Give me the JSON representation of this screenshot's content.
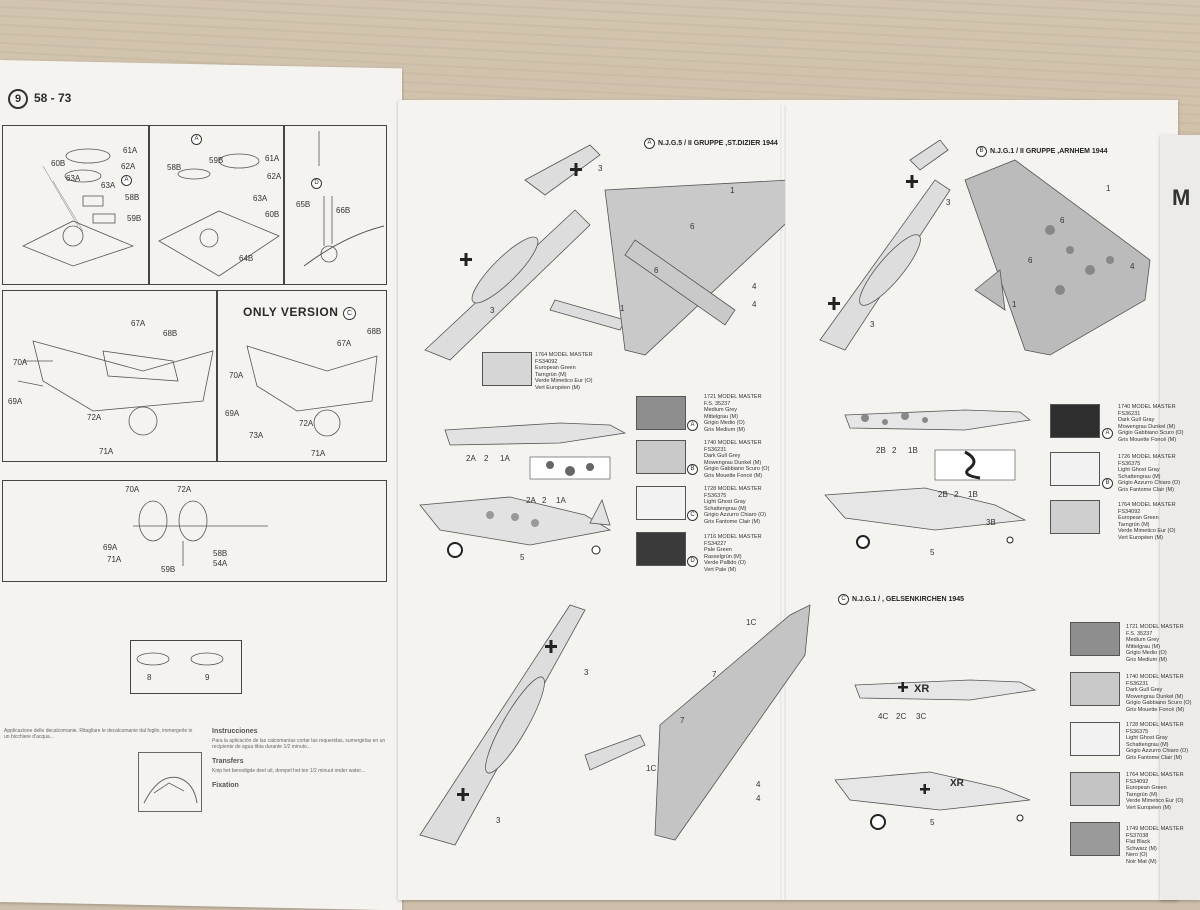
{
  "left_sheet": {
    "step_number": "9",
    "step_range": "58 - 73",
    "only_version": "ONLY VERSION",
    "only_version_letter": "C",
    "panel_a_letter": "A",
    "panel_d_letter": "D",
    "panel1_parts": [
      "60B",
      "61A",
      "62A",
      "63A",
      "63A",
      "58B",
      "59B",
      "A"
    ],
    "panel2_parts": [
      "58B",
      "59B",
      "61A",
      "62A",
      "63A",
      "60B",
      "64B"
    ],
    "panel3_parts": [
      "65B",
      "66B"
    ],
    "panel4_parts": [
      "67A",
      "68B",
      "70A",
      "69A",
      "72A",
      "71A"
    ],
    "panel5_parts": [
      "67A",
      "68B",
      "70A",
      "69A",
      "73A",
      "72A",
      "71A"
    ],
    "panel6_parts": [
      "70A",
      "72A",
      "69A",
      "71A",
      "59B",
      "58B",
      "54A"
    ],
    "small_parts": [
      "8",
      "9"
    ],
    "instructions_left": "Applicazione delle decalcomanie. Ritagliare le decalcomanie dal foglio, immergerle in un bicchiere d'acqua...",
    "instructions_right_title": "Instrucciones",
    "instructions_right": "Para la aplicación de las calcomanías cortar las requeridas, sumergirlas en un recipiente de agua tibia durante 1/2 minuto...",
    "transfers_title": "Transfers",
    "transfers_text": "Knip het benodigde deel uit, dompel het ten 1/2 minuut onder water...",
    "fixation_title": "Fixation"
  },
  "main_sheet": {
    "scheme_a": {
      "letter": "A",
      "title": "N.J.G.5 / II GRUPPE ,ST.DIZIER 1944",
      "callouts": [
        "3",
        "3",
        "1",
        "6",
        "6",
        "4",
        "1",
        "4"
      ]
    },
    "scheme_b": {
      "letter": "B",
      "title": "N.J.G.1 / II GRUPPE ,ARNHEM 1944",
      "callouts": [
        "3",
        "3",
        "1",
        "6",
        "6",
        "4",
        "1"
      ]
    },
    "scheme_c": {
      "letter": "C",
      "title": "N.J.G.1 / , GELSENKIRCHEN 1945",
      "callouts": [
        "3",
        "3",
        "1C",
        "7",
        "7",
        "4",
        "1C",
        "4",
        "4C",
        "2C",
        "3C",
        "5"
      ]
    },
    "side_a_callouts": [
      "2A",
      "2",
      "1A",
      "2A",
      "2",
      "1A",
      "5"
    ],
    "side_b_callouts": [
      "2B",
      "2",
      "1B",
      "2B",
      "2",
      "1B",
      "3B",
      "5"
    ],
    "colors": {
      "european_green": "#d6d6d6",
      "medium_grey": "#8e8e8e",
      "dark_gull_grey": "#c9c9c9",
      "light_ghost_grey": "#f2f2f2",
      "pale_green": "#3a3a3a",
      "dark_gull_grey_b": "#2f2f2f",
      "flat_black": "#9a9a9a"
    },
    "swatches_a": [
      {
        "code": "1764 MODEL MASTER",
        "fs": "FS34092",
        "lines": [
          "European Green",
          "Tarngrün (M)",
          "Verde Mimetico Eur (O)",
          "Vert Européen (M)"
        ]
      },
      {
        "letter": "A",
        "code": "1721 MODEL MASTER",
        "fs": "F.S. 35237",
        "lines": [
          "Medium Grey",
          "Mittelgrau (M)",
          "Grigio Medio (O)",
          "Gris Medium (M)"
        ]
      },
      {
        "letter": "B",
        "code": "1740 MODEL MASTER",
        "fs": "FS36231",
        "lines": [
          "Dark Gull Grey",
          "Mowengrau Dunkel (M)",
          "Grigio Gabbiano Scuro (O)",
          "Gris Mouette Foncé (M)"
        ]
      },
      {
        "letter": "C",
        "code": "1728 MODEL MASTER",
        "fs": "FS36375",
        "lines": [
          "Light Ghost Gray",
          "Schattengrau (M)",
          "Grigio Azzurro Chiaro (O)",
          "Gris Fantome Clair (M)"
        ]
      },
      {
        "letter": "D",
        "code": "1716 MODEL MASTER",
        "fs": "FS34227",
        "lines": [
          "Pale Green",
          "Rasselgrün (M)",
          "Verde Pallido (O)",
          "Vert Pale (M)"
        ]
      }
    ],
    "swatches_b": [
      {
        "letter": "A",
        "code": "1740 MODEL MASTER",
        "fs": "FS36231",
        "lines": [
          "Dark Gull Gray",
          "Mowengrau Dunkel (M)",
          "Grigio Gabbiano Scuro (O)",
          "Gris Mouette Foncé (M)"
        ]
      },
      {
        "letter": "B",
        "code": "1726 MODEL MASTER",
        "fs": "FS36375",
        "lines": [
          "Light Ghost Gray",
          "Schattengrau (M)",
          "Grigio Azzurro Chiaro (O)",
          "Gris Fantome Clair (M)"
        ]
      },
      {
        "code": "1764 MODEL MASTER",
        "fs": "FS34092",
        "lines": [
          "European Green",
          "Tarngrün (M)",
          "Verde Mimetico Eur (O)",
          "Vert Européen (M)"
        ]
      }
    ],
    "swatches_c": [
      {
        "code": "1721 MODEL MASTER",
        "fs": "F.S. 35237",
        "lines": [
          "Medium Grey",
          "Mittelgrau (M)",
          "Grigio Medio (O)",
          "Gris Medium (M)"
        ]
      },
      {
        "code": "1740 MODEL MASTER",
        "fs": "FS36231",
        "lines": [
          "Dark Gull Grey",
          "Mowengrau Dunkel (M)",
          "Grigio Gabbiano Scuro (O)",
          "Gris Mouette Foncé (M)"
        ]
      },
      {
        "code": "1728 MODEL MASTER",
        "fs": "FS36375",
        "lines": [
          "Light Ghost Gray",
          "Schattengrau (M)",
          "Grigio Azzurro Chiaro (O)",
          "Gris Fantome Clair (M)"
        ]
      },
      {
        "code": "1764 MODEL MASTER",
        "fs": "FS34092",
        "lines": [
          "European Green",
          "Tarngrün (M)",
          "Verde Mimetico Eur (O)",
          "Vert Européen (M)"
        ]
      },
      {
        "code": "1749 MODEL MASTER",
        "fs": "FS37038",
        "lines": [
          "Flat Black",
          "Schwarz (M)",
          "Nero (O)",
          "Noir Mat (M)"
        ]
      }
    ],
    "fuselage_code_c": "XR"
  },
  "edge_sheet": {
    "letter": "M"
  }
}
